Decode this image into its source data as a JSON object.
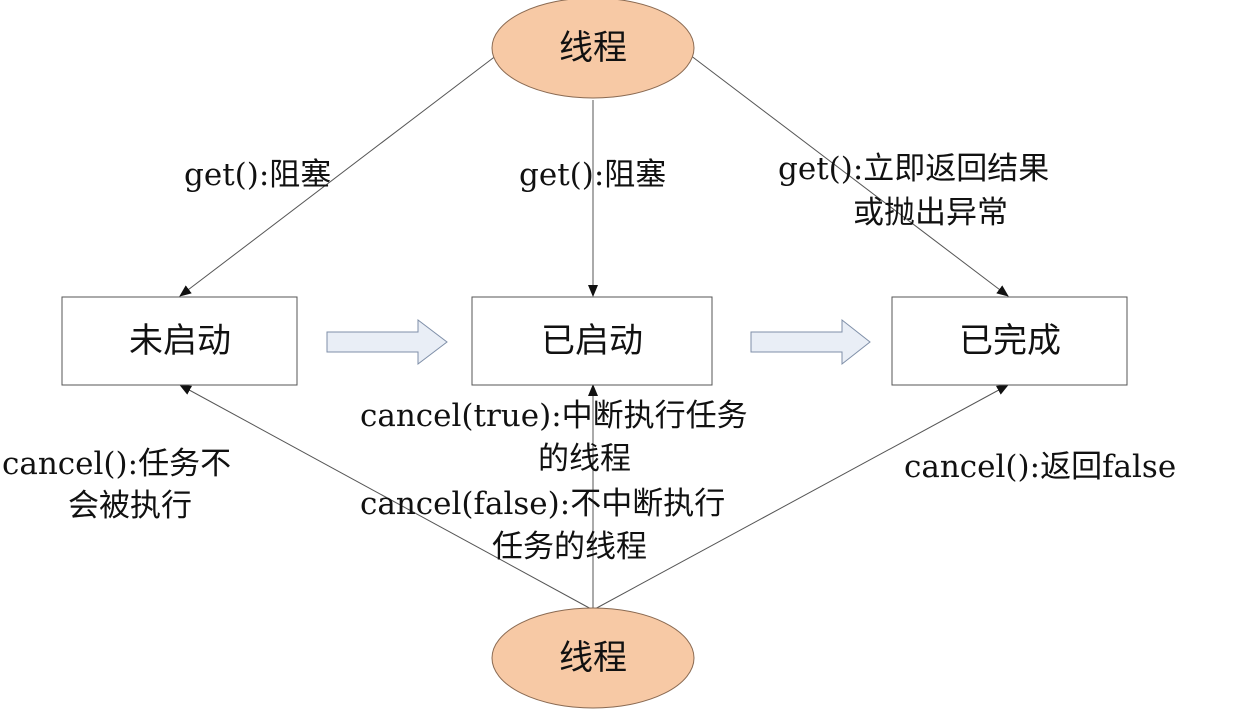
{
  "nodes": {
    "thread_top": "线程",
    "thread_bottom": "线程",
    "not_started": "未启动",
    "started": "已启动",
    "completed": "已完成"
  },
  "labels": {
    "get_block_left": "get():阻塞",
    "get_block_center": "get():阻塞",
    "get_result_line1": "get():立即返回结果",
    "get_result_line2": "或抛出异常",
    "cancel_not_started_line1": "cancel():任务不",
    "cancel_not_started_line2": "会被执行",
    "cancel_true_line1": "cancel(true):中断执行任务",
    "cancel_true_line2": "的线程",
    "cancel_false_line1": "cancel(false):不中断执行",
    "cancel_false_line2": "任务的线程",
    "cancel_completed": "cancel():返回false"
  },
  "colors": {
    "ellipse_fill": "#f7c9a5",
    "flow_arrow_fill": "#e9eef6"
  }
}
